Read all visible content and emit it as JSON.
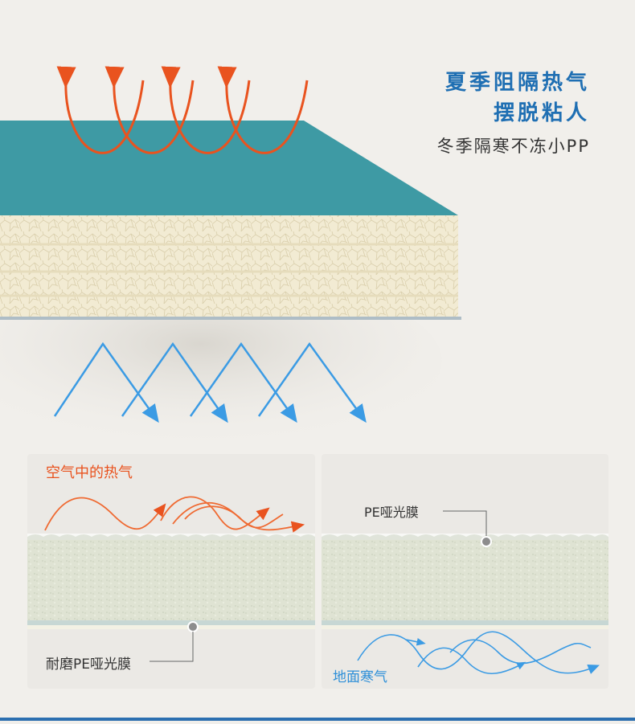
{
  "headline": {
    "line1": "夏季阻隔热气",
    "line2": "摆脱粘人",
    "line3": "冬季隔寒不冻小PP"
  },
  "left_panel": {
    "hot_air_label": "空气中的热气",
    "wear_film_label": "耐磨PE哑光膜"
  },
  "right_panel": {
    "pe_film_label": "PE哑光膜",
    "cold_ground_label": "地面寒气"
  },
  "colors": {
    "accent_blue": "#1f6fb3",
    "hot_orange": "#e9531f",
    "cold_blue": "#2e8fd8",
    "mat_teal": "#3e9aa4",
    "mat_cream": "#f1ead2"
  }
}
